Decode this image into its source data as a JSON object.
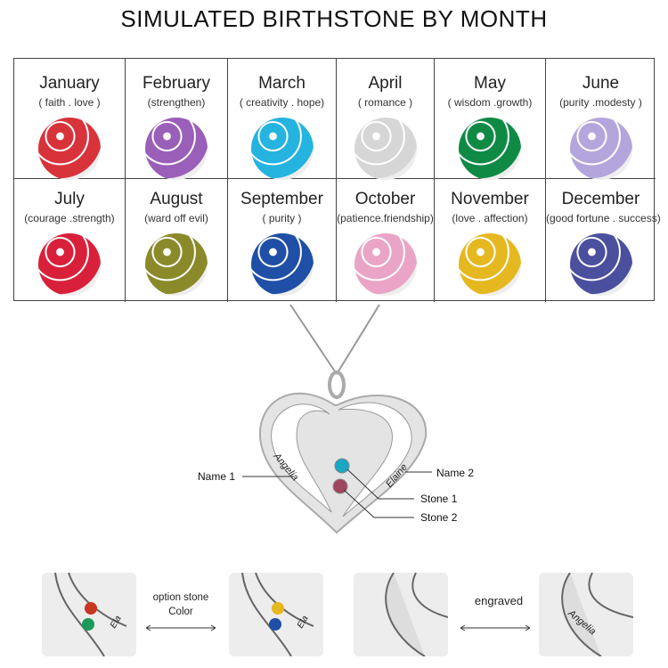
{
  "title": "SIMULATED  BIRTHSTONE BY MONTH",
  "months": [
    {
      "name": "January",
      "desc": "( faith . love )",
      "color": "#d8333a"
    },
    {
      "name": "February",
      "desc": "(strengthen)",
      "color": "#9a5fb8"
    },
    {
      "name": "March",
      "desc": "( creativity . hope)",
      "color": "#25b3e0"
    },
    {
      "name": "April",
      "desc": "( romance )",
      "color": "#d6d6d6"
    },
    {
      "name": "May",
      "desc": "( wisdom .growth)",
      "color": "#0f8a45"
    },
    {
      "name": "June",
      "desc": "(purity .modesty )",
      "color": "#b3a6dc"
    },
    {
      "name": "July",
      "desc": "(courage .strength)",
      "color": "#d9203a"
    },
    {
      "name": "August",
      "desc": "(ward off evil)",
      "color": "#8a8a2a"
    },
    {
      "name": "September",
      "desc": "( purity )",
      "color": "#1f4fa6"
    },
    {
      "name": "October",
      "desc": "(patience.friendship)",
      "color": "#eaa5c6"
    },
    {
      "name": "November",
      "desc": "(love . affection)",
      "color": "#e6b820"
    },
    {
      "name": "December",
      "desc": "(good fortune . success)",
      "color": "#4a4f9e"
    }
  ],
  "pendant": {
    "engraving1": "Angelia",
    "engraving2": "Elaine",
    "name1": "Name 1",
    "name2": "Name 2",
    "stone1": "Stone 1",
    "stone2": "Stone 2",
    "stone1_color": "#1aa6c4",
    "stone2_color": "#a0455e"
  },
  "bottom": {
    "option_text": "option stone",
    "option_text2": "Color",
    "engraved": "engraved",
    "panel_name_a": "Ela",
    "panel_name_b": "Angelia"
  }
}
